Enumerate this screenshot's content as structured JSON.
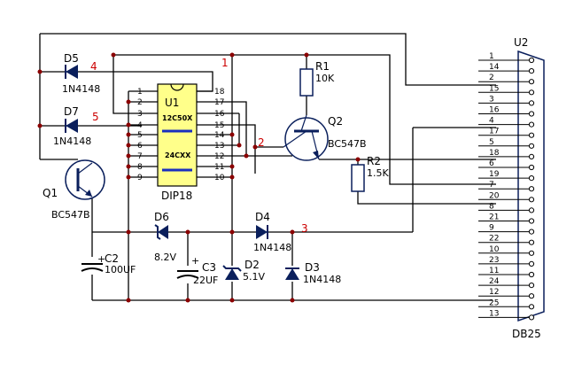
{
  "labels": {
    "u1": "U1",
    "u1_chip_top": "12C50X",
    "u1_chip_bottom": "24CXX",
    "u1_package": "DIP18",
    "u2": "U2",
    "u2_package": "DB25",
    "r1": "R1",
    "r1_value": "10K",
    "r2": "R2",
    "r2_value": "1.5K",
    "q1": "Q1",
    "q1_type": "BC547B",
    "q2": "Q2",
    "q2_type": "BC547B",
    "d5": "D5",
    "d5_type": "1N4148",
    "d7": "D7",
    "d7_type": "1N4148",
    "d6": "D6",
    "d6_value": "8.2V",
    "d4": "D4",
    "d4_type": "1N4148",
    "d2": "D2",
    "d2_value": "5.1V",
    "d3": "D3",
    "d3_type": "1N4148",
    "c2": "C2",
    "c2_value": "100UF",
    "c3": "C3",
    "c3_value": "22UF"
  },
  "nodes": [
    "1",
    "2",
    "3",
    "4",
    "5"
  ],
  "u1_pins_left": [
    "1",
    "2",
    "3",
    "4",
    "5",
    "6",
    "7",
    "8",
    "9"
  ],
  "u1_pins_right": [
    "18",
    "17",
    "16",
    "15",
    "14",
    "13",
    "12",
    "11",
    "10"
  ],
  "db25_pins": [
    "1",
    "14",
    "2",
    "15",
    "3",
    "16",
    "4",
    "17",
    "5",
    "18",
    "6",
    "19",
    "7",
    "20",
    "8",
    "21",
    "9",
    "22",
    "10",
    "23",
    "11",
    "24",
    "12",
    "25",
    "13"
  ],
  "polarity": "+"
}
